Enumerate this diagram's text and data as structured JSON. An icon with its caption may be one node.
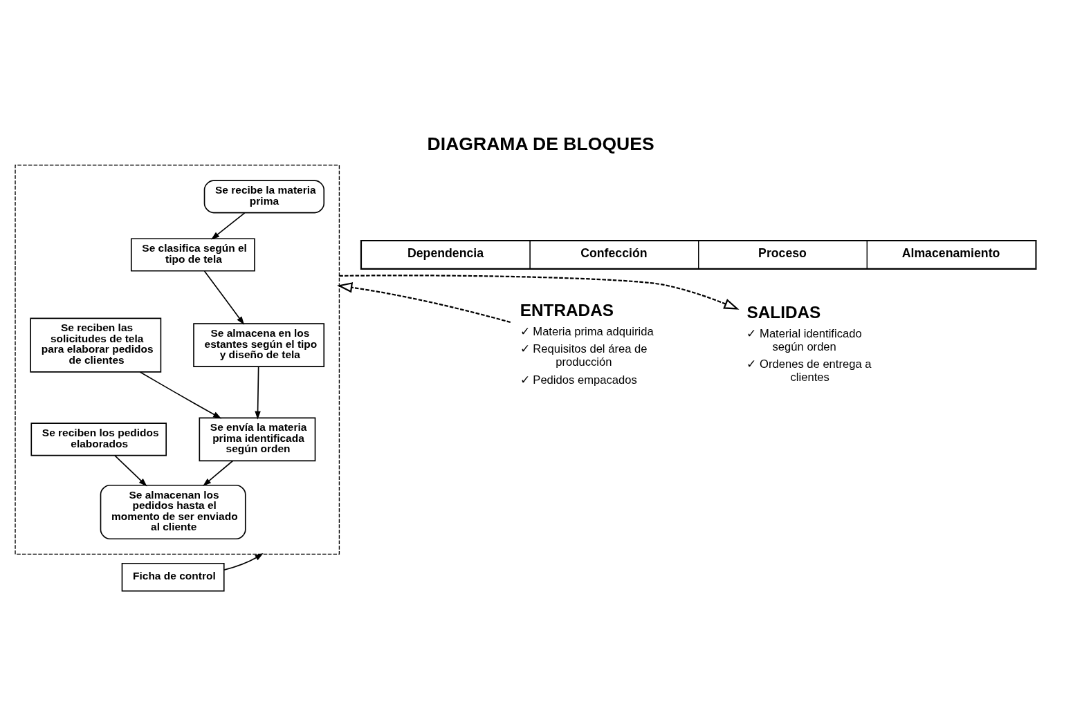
{
  "diagram": {
    "title": "DIAGRAMA DE BLOQUES",
    "nodes": [
      {
        "text": [
          "ENTRADAS",
          "✓ Materia prima adquirida",
          "✓ Requisitos del área de producción",
          "✓ Pedidos empacados"
        ]
      },
      {
        "text": [],
        "shape": "box"
      },
      {
        "text": [
          "Se recibe la materia prima"
        ],
        "in": 1
      },
      {
        "text": [
          "Se clasifica según el tipo de tela"
        ],
        "in": 1
      },
      {
        "text": [
          "Se almacena en los estantes según el tipo y diseño de tela"
        ],
        "in": 1
      },
      {
        "text": [
          "Se reciben las solicitudes de tela para elaborar pedidos de clientes"
        ],
        "in": 1
      },
      {
        "text": [
          "Se envía la materia prima identificada según orden"
        ],
        "in": 1
      },
      {
        "text": [
          "Se reciben los pedidos elaborados"
        ],
        "in": 1
      },
      {
        "text": [
          "Se almacenan los pedidos hasta el momento de ser enviado al cliente"
        ],
        "in": 1
      },
      {
        "text": [
          "SALIDAS",
          "✓ Material identificado según orden",
          "✓ Ordenes de entrega a clientes"
        ]
      },
      {
        "text": [
          "Ficha de control"
        ]
      }
    ],
    "edges": [
      {
        "from": 2,
        "to": 3,
        "arrow": "to"
      },
      {
        "from": 3,
        "to": 4,
        "arrow": "to"
      },
      {
        "from": 4,
        "to": 6,
        "arrow": "to"
      },
      {
        "from": 5,
        "to": 6,
        "arrow": "to"
      },
      {
        "from": 6,
        "to": 8,
        "arrow": "to"
      },
      {
        "from": 7,
        "to": 8,
        "arrow": "to"
      },
      {
        "from": 10,
        "to": 1,
        "arrow": "to"
      },
      {
        "from": 0,
        "to": 1,
        "arrow": "to",
        "style": "dashed"
      },
      {
        "from": 1,
        "to": 9,
        "arrow": "to",
        "style": "dashed"
      }
    ],
    "labels": [
      "Dependencia",
      "Confección",
      "Proceso",
      "Almacenamiento"
    ]
  }
}
